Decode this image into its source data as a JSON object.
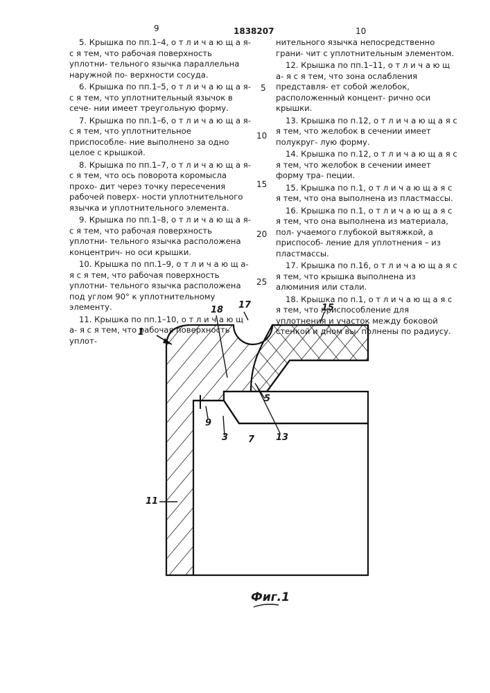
{
  "header": {
    "page_left": "9",
    "patent_number": "1838207",
    "page_right": "10"
  },
  "left_column": [
    "5. Крышка по пп.1–4, о т л и ч а ю щ а я- с я тем, что рабочая поверхность уплотни- тельного язычка параллельна наружной по- верхности сосуда.",
    "6. Крышка по пп.1–5, о т л и ч а ю щ а я- с я тем, что уплотнительный язычок в сече- нии имеет треугольную форму.",
    "7. Крышка по пп.1–6, о т л и ч а ю щ а я- с я тем, что уплотнительное приспособле- ние выполнено за одно целое с крышкой.",
    "8. Крышка по пп.1–7, о т л и ч а ю щ а я- с я тем, что ось поворота коромысла прохо- дит через точку пересечения рабочей поверх- ности уплотнительного язычка и уплотнительного элемента.",
    "9. Крышка по пп.1–8, о т л и ч а ю щ а я- с я тем, что рабочая поверхность уплотни- тельного язычка расположена концентрич- но оси крышки.",
    "10. Крышка по пп.1–9, о т л и ч а ю щ а- я с я тем, что рабочая поверхность уплотни- тельного язычка расположена под углом 90° к уплотнительному элементу.",
    "11. Крышка по пп.1–10, о т л и ч а ю щ а- я с я тем, что рабочая поверхность уплот-"
  ],
  "right_column": [
    "нительного язычка непосредственно грани- чит с уплотнительным элементом.",
    "12. Крышка по пп.1–11, о т л и ч а ю щ а- я с я тем, что зона ослабления представля- ет собой желобок, расположенный концент- рично оси крышки.",
    "13. Крышка по п.12, о т л и ч а ю щ а я с я тем, что желобок в сечении имеет полукруг- лую форму.",
    "14. Крышка по п.12, о т л и ч а ю щ а я с я тем, что желобок в сечении имеет форму тра- пеции.",
    "15. Крышка по п.1, о т л и ч а ю щ а я с я тем, что она выполнена из пластмассы.",
    "16. Крышка по п.1, о т л и ч а ю щ а я с я тем, что она выполнена из материала, пол- учаемого глубокой вытяжкой, а приспособ- ление для уплотнения – из пластмассы.",
    "17. Крышка по п.16, о т л и ч а ю щ а я с я тем, что крышка выполнена из алюминия или стали.",
    "18. Крышка по п.1, о т л и ч а ю щ а я с я тем, что приспособление для уплотнения и участок между боковой стенкой и дном вы- полнены по радиусу."
  ],
  "line_numbers": [
    "5",
    "10",
    "15",
    "20",
    "25"
  ],
  "figure": {
    "labels": [
      "1",
      "18",
      "17",
      "15",
      "5",
      "9",
      "3",
      "7",
      "13",
      "11"
    ],
    "caption": "Фиг.1"
  }
}
